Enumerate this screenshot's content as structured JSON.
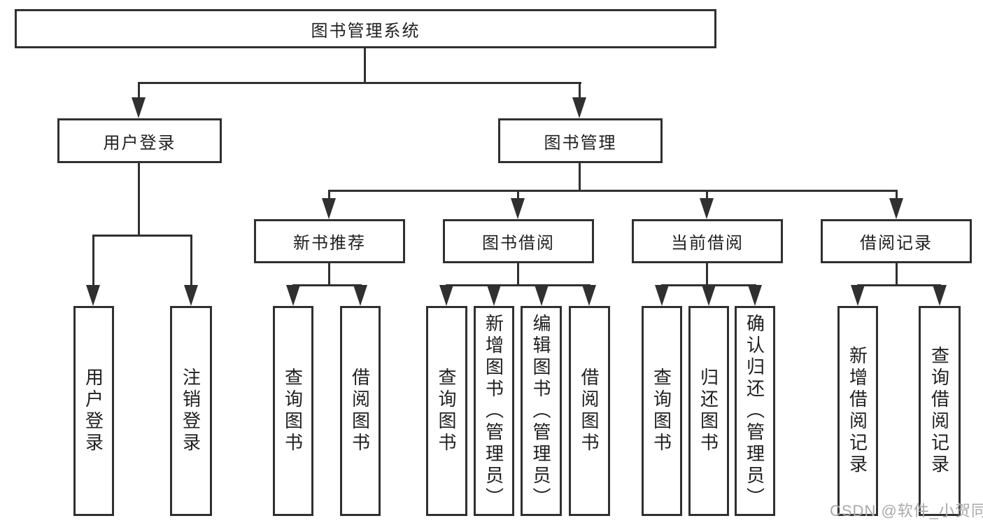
{
  "diagram": {
    "tree": {
      "label": "图书管理系统",
      "children": [
        {
          "label": "用户登录",
          "children": [
            {
              "label": "用户登录"
            },
            {
              "label": "注销登录"
            }
          ]
        },
        {
          "label": "图书管理",
          "children": [
            {
              "label": "新书推荐",
              "children": [
                {
                  "label": "查询图书"
                },
                {
                  "label": "借阅图书"
                }
              ]
            },
            {
              "label": "图书借阅",
              "children": [
                {
                  "label": "查询图书"
                },
                {
                  "label": "新增图书（管理员）"
                },
                {
                  "label": "编辑图书（管理员）"
                },
                {
                  "label": "借阅图书"
                }
              ]
            },
            {
              "label": "当前借阅",
              "children": [
                {
                  "label": "查询图书"
                },
                {
                  "label": "归还图书"
                },
                {
                  "label": "确认归还（管理员）"
                }
              ]
            },
            {
              "label": "借阅记录",
              "children": [
                {
                  "label": "新增借阅记录"
                },
                {
                  "label": "查询借阅记录"
                }
              ]
            }
          ]
        }
      ]
    }
  },
  "watermark": {
    "text": "CSDN @软件_小贺同学"
  },
  "colors": {
    "line": "#303030",
    "box_border": "#303030",
    "box_fill": "#ffffff",
    "text": "#1f1f1f",
    "watermark": "#a6a9ac",
    "background": "#ffffff"
  }
}
